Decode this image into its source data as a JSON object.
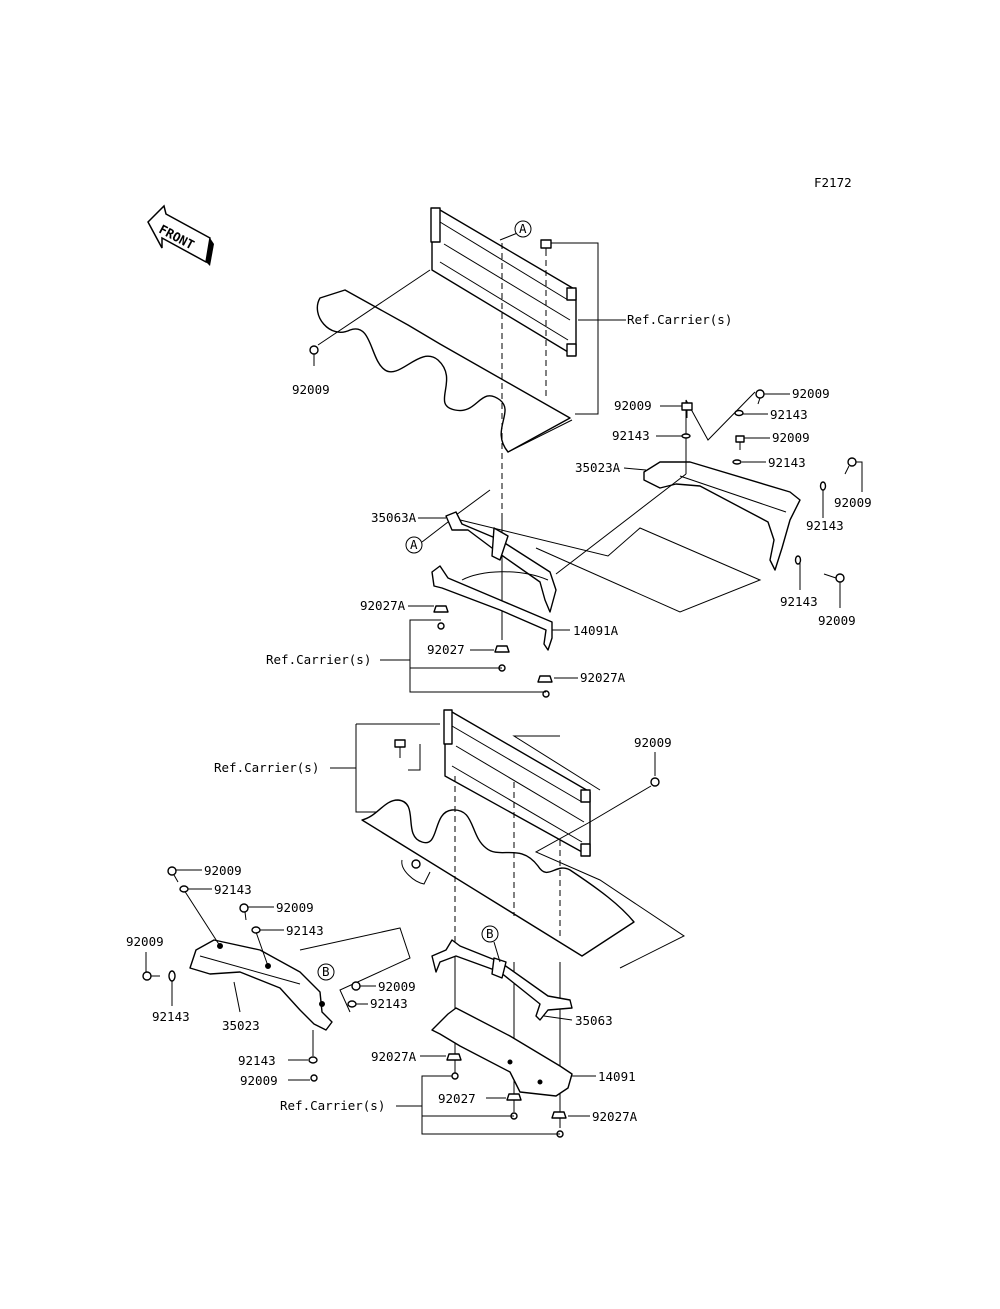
{
  "figure_code": "F2172",
  "front_badge": "FRONT",
  "callouts": {
    "a": "A",
    "b": "B"
  },
  "labels": {
    "92009_a": "92009",
    "ref_carrier_1": "Ref.Carrier(s)",
    "92009_b": "92009",
    "92143_a": "92143",
    "92009_c": "92009",
    "92143_b": "92143",
    "35023A": "35023A",
    "92009_d": "92009",
    "92143_c": "92143",
    "92009_e": "92009",
    "92143_d": "92143",
    "35063A": "35063A",
    "92143_e": "92143",
    "92009_f": "92009",
    "92027A_a": "92027A",
    "14091A": "14091A",
    "92027_a": "92027",
    "ref_carrier_2": "Ref.Carrier(s)",
    "92027A_b": "92027A",
    "92009_g": "92009",
    "ref_carrier_3": "Ref.Carrier(s)",
    "92009_h": "92009",
    "92143_f": "92143",
    "92009_i": "92009",
    "92143_g": "92143",
    "92009_j": "92009",
    "92009_k": "92009",
    "92143_h": "92143",
    "92143_i": "92143",
    "35023": "35023",
    "35063": "35063",
    "92143_j": "92143",
    "92009_l": "92009",
    "92027A_c": "92027A",
    "14091": "14091",
    "ref_carrier_4": "Ref.Carrier(s)",
    "92027_b": "92027",
    "92027A_d": "92027A"
  }
}
